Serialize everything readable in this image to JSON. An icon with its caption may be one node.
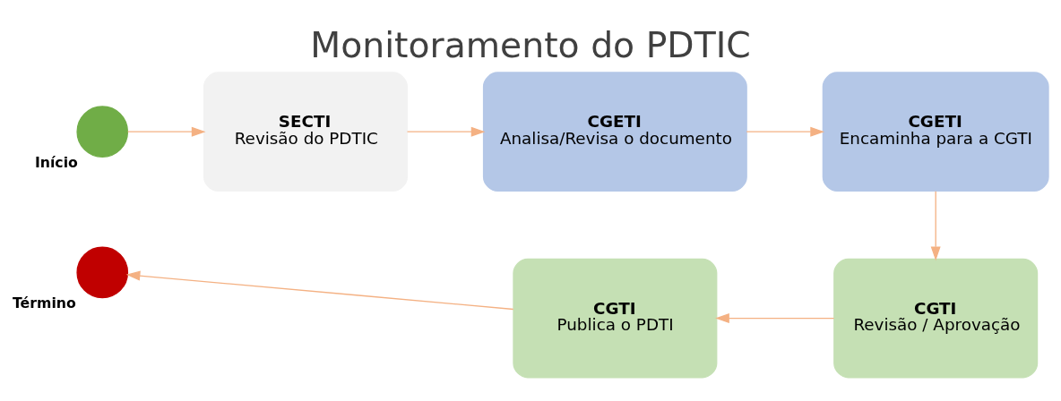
{
  "diagram": {
    "title": "Monitoramento do PDTIC",
    "nodes": [
      {
        "text": [],
        "shape": "circle",
        "beside": [
          "Início"
        ]
      },
      {
        "text": [
          "SECTI",
          "Revisão do PDTIC"
        ]
      },
      {
        "text": [
          "CGETI",
          "Analisa/Revisa o documento"
        ]
      },
      {
        "text": [
          "CGETI",
          "Encaminha para a CGTI"
        ]
      },
      {
        "text": [
          "CGTI",
          "Revisão / Aprovação"
        ]
      },
      {
        "text": [
          "CGTI",
          "Publica o PDTI"
        ]
      },
      {
        "text": [],
        "shape": "circle",
        "beside": [
          "Término"
        ]
      }
    ],
    "edges": [
      {
        "from": 0,
        "to": 1,
        "arrow": "to"
      },
      {
        "from": 1,
        "to": 2,
        "arrow": "to"
      },
      {
        "from": 2,
        "to": 3,
        "arrow": "to"
      },
      {
        "from": 3,
        "to": 4,
        "arrow": "to"
      },
      {
        "from": 4,
        "to": 5,
        "arrow": "to"
      },
      {
        "from": 5,
        "to": 6,
        "arrow": "to"
      }
    ]
  }
}
